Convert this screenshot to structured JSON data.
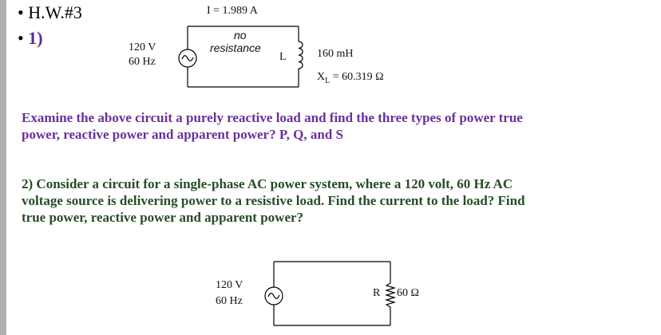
{
  "header": {
    "bullet_hw": "• H.W.#3",
    "bullet_one_prefix": "• ",
    "bullet_one_num": "1)"
  },
  "circuit1": {
    "current": "I = 1.989 A",
    "voltage": "120 V",
    "frequency": "60 Hz",
    "resistance_line1": "no",
    "resistance_line2": "resistance",
    "inductor_label": "L",
    "inductance": "160 mH",
    "reactance": "X",
    "reactance_sub": "L",
    "reactance_value": " = 60.319 Ω"
  },
  "problem1": {
    "line1": "Examine the above circuit a purely reactive load and find the  three types of power true",
    "line2": "power, reactive power and apparent power? P, Q, and S"
  },
  "problem2": {
    "line1": "2) Consider a circuit for a single-phase AC power system, where a 120 volt, 60 Hz AC",
    "line2": "voltage source is delivering power to a resistive load. Find the current to the load? Find",
    "line3": "true power, reactive power and apparent power?"
  },
  "circuit2": {
    "voltage": "120 V",
    "frequency": "60 Hz",
    "resistor_label": "R",
    "resistance": "60 Ω"
  }
}
